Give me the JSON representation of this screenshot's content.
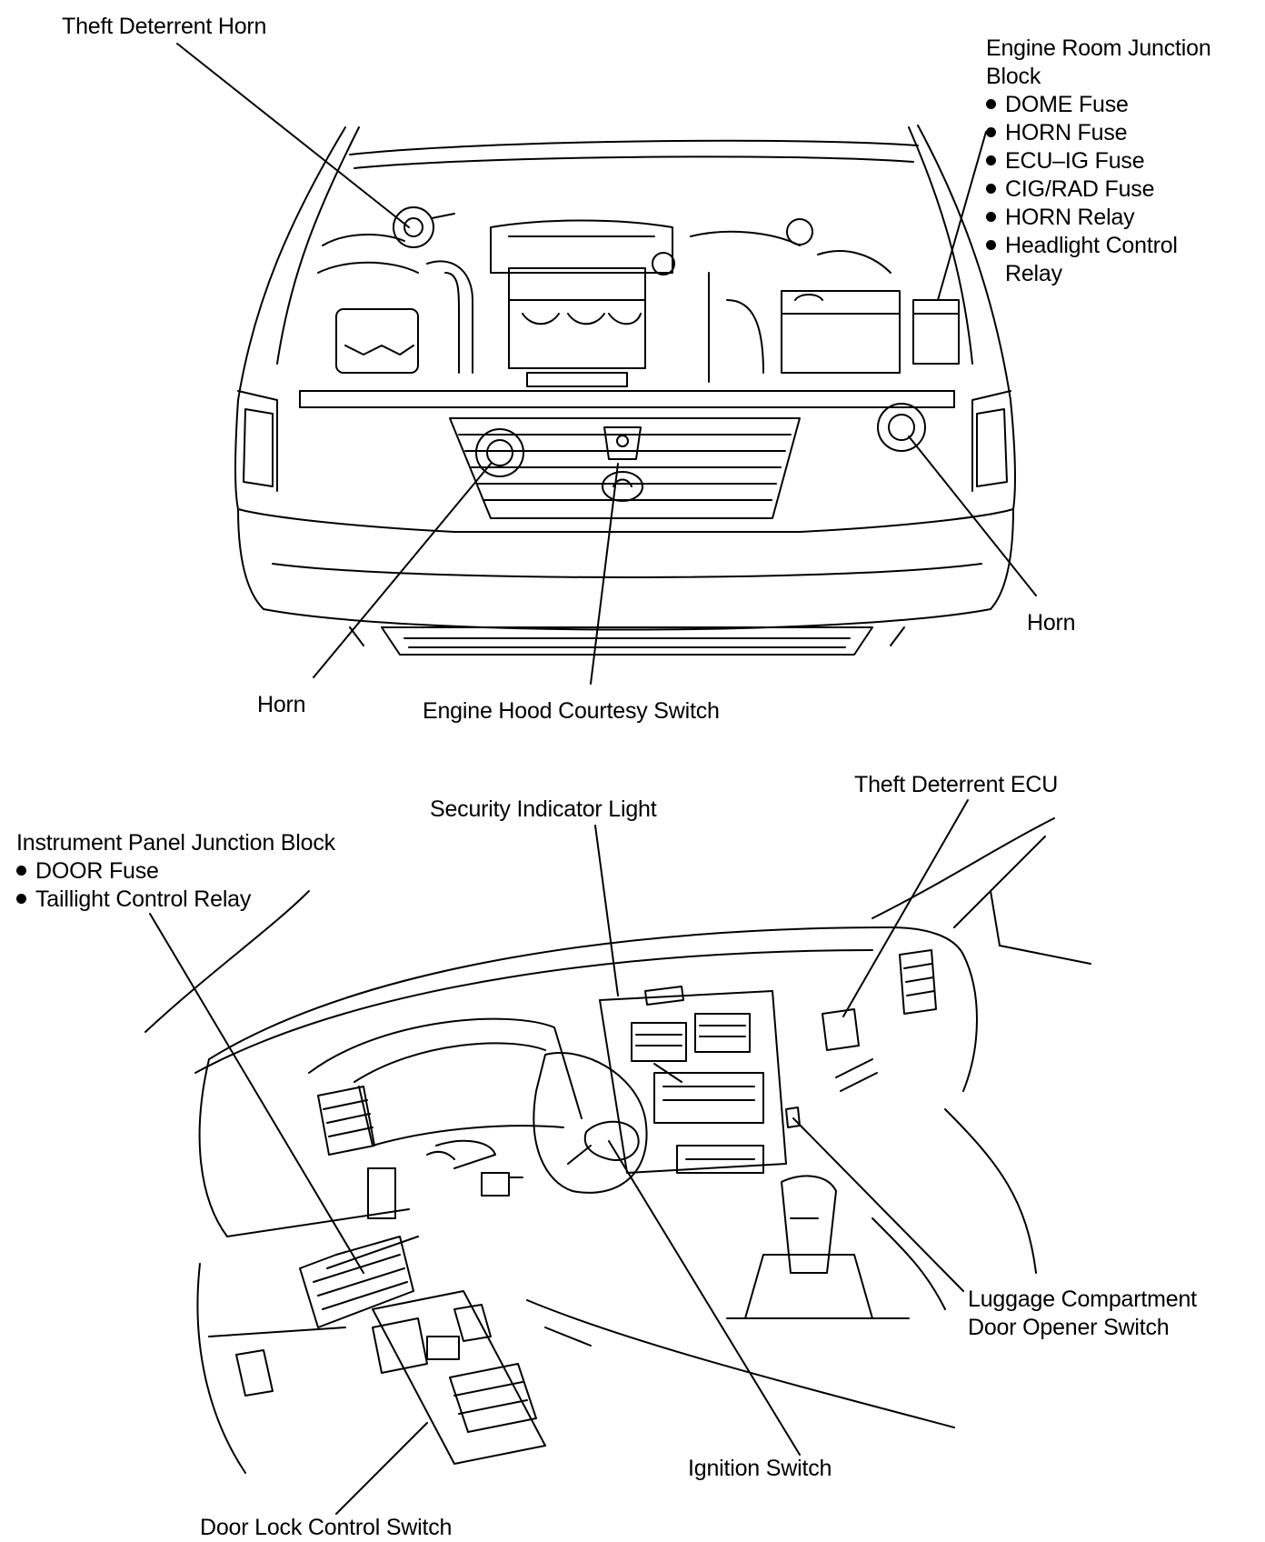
{
  "top_diagram": {
    "theft_deterrent_horn": "Theft Deterrent Horn",
    "engine_room_jb": {
      "title_line1": "Engine Room Junction",
      "title_line2": "Block",
      "items": [
        "DOME Fuse",
        "HORN Fuse",
        "ECU–IG Fuse",
        "CIG/RAD Fuse",
        "HORN Relay",
        "Headlight Control"
      ],
      "item_continuation": "Relay"
    },
    "horn_right": "Horn",
    "horn_left": "Horn",
    "hood_courtesy_switch": "Engine Hood Courtesy Switch"
  },
  "bottom_diagram": {
    "theft_deterrent_ecu": "Theft Deterrent ECU",
    "security_indicator_light": "Security Indicator Light",
    "instrument_panel_jb": {
      "title": "Instrument Panel Junction Block",
      "items": [
        "DOOR Fuse",
        "Taillight Control Relay"
      ]
    },
    "luggage_switch": {
      "line1": "Luggage Compartment",
      "line2": "Door Opener Switch"
    },
    "ignition_switch": "Ignition Switch",
    "door_lock_control_switch": "Door Lock Control Switch"
  }
}
